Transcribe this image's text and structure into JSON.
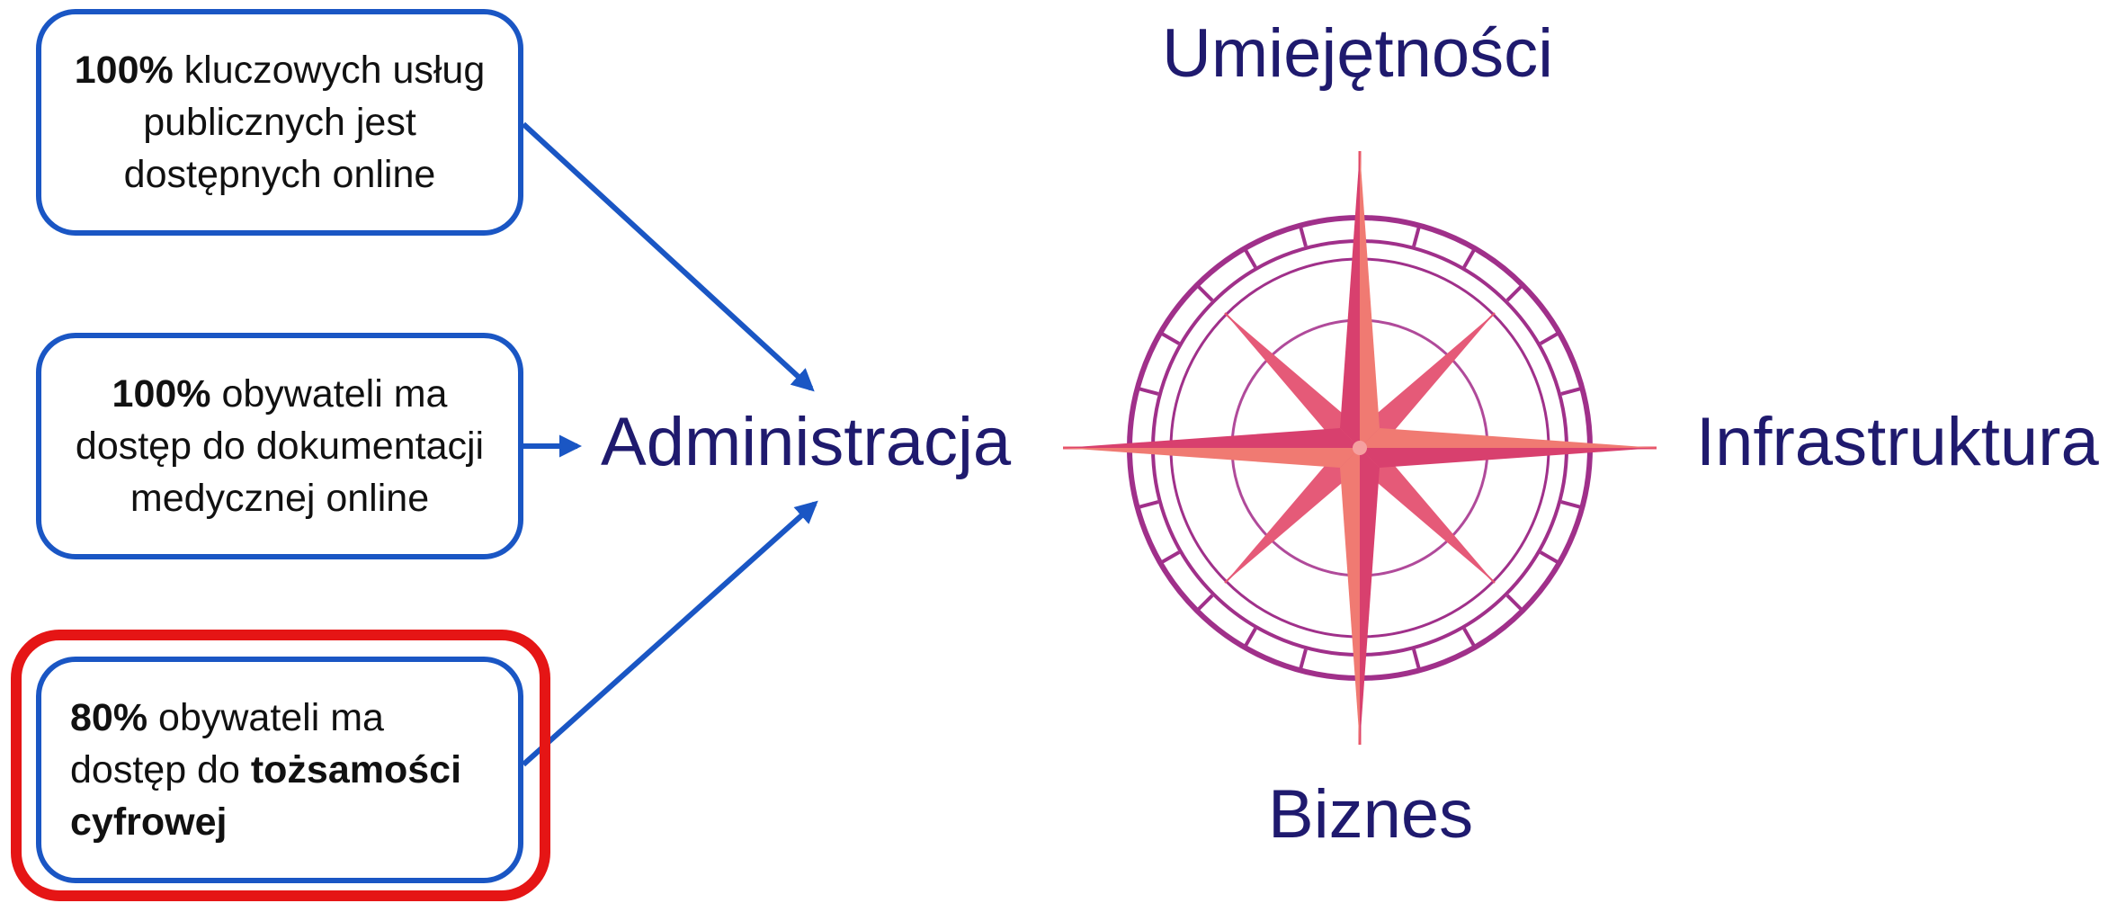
{
  "targets": [
    {
      "pct": "100%",
      "rest": " kluczowych usług publicznych jest dostępnych online"
    },
    {
      "pct": "100%",
      "rest": " obywateli ma dostęp do dokumentacji medycznej online"
    },
    {
      "pct": "80%",
      "rest_a": " obywateli ma dostęp do ",
      "bold_b": "tożsamości cyfrowej"
    }
  ],
  "compass": {
    "hub": "Administracja",
    "north": "Umiejętności",
    "east": "Infrastruktura",
    "south": "Biznes"
  },
  "colors": {
    "box_border": "#1a56c4",
    "arrow": "#1a56c4",
    "highlight": "#e51515",
    "label": "#1f1a6e",
    "compass_ring": "#a0308a",
    "compass_star": "#e8566a"
  }
}
